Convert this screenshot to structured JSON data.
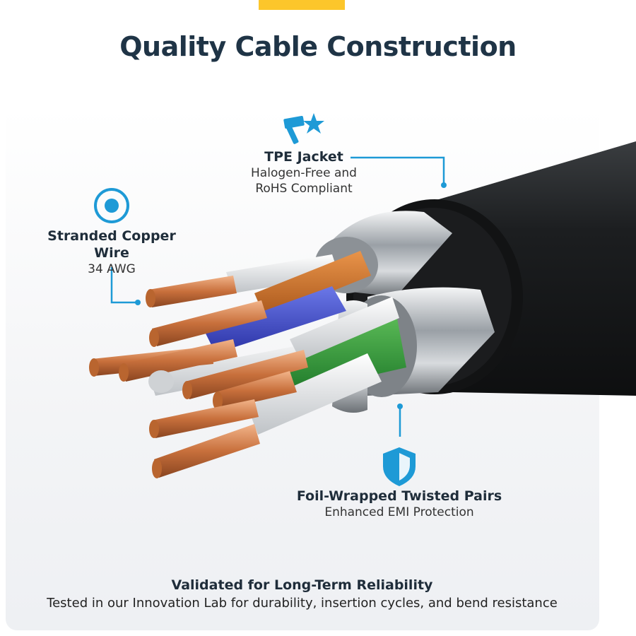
{
  "title": "Quality Cable Construction",
  "colors": {
    "accent": "#fcc62b",
    "icon_blue": "#1e9ad6",
    "title": "#1f3446"
  },
  "callouts": {
    "tpe": {
      "icon": "hammer-sparkle-icon",
      "heading": "TPE Jacket",
      "line1": "Halogen-Free and",
      "line2": "RoHS Compliant"
    },
    "copper": {
      "icon": "target-circle-icon",
      "heading": "Stranded Copper Wire",
      "sub": "34 AWG"
    },
    "foil": {
      "icon": "shield-icon",
      "heading": "Foil-Wrapped Twisted Pairs",
      "sub": "Enhanced EMI Protection"
    }
  },
  "footer": {
    "heading": "Validated for Long-Term Reliability",
    "text": "Tested in our Innovation Lab for durability, insertion cycles, and bend resistance"
  }
}
